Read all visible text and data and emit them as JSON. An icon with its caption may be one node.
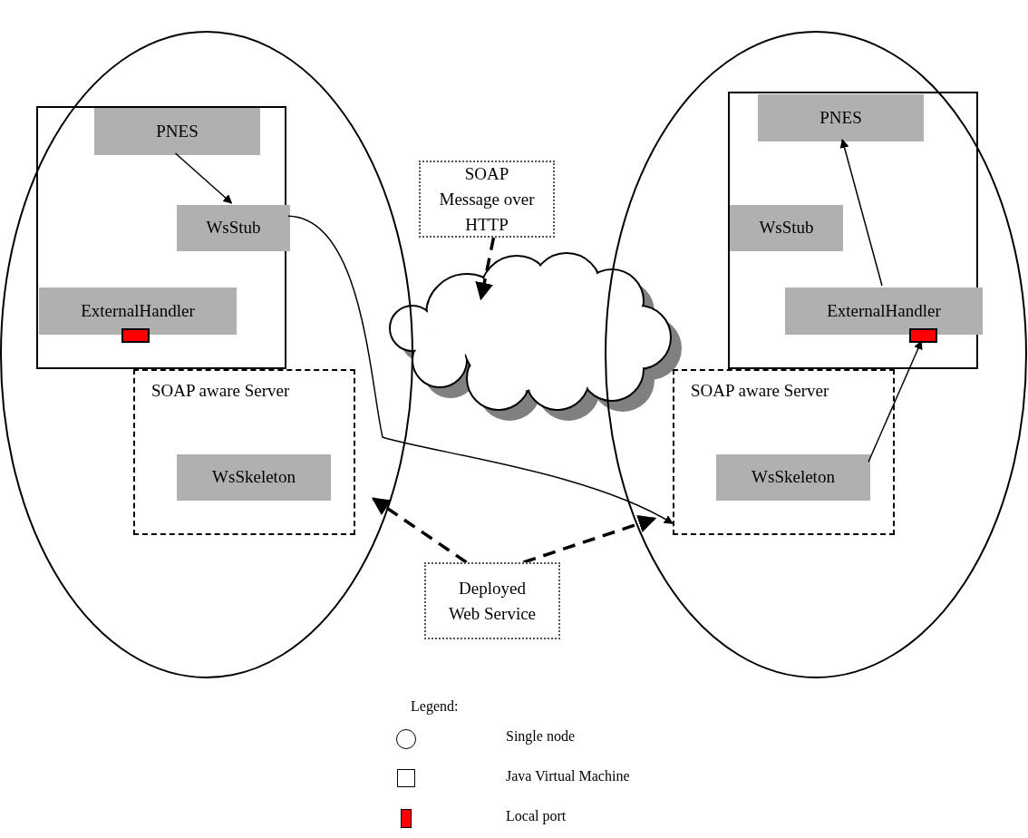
{
  "diagram": {
    "nodes": [
      {
        "text": [],
        "shape": "circle"
      },
      {
        "text": [],
        "shape": "box",
        "in": 0
      },
      {
        "text": [
          "PNES"
        ],
        "in": 1
      },
      {
        "text": [
          "WsStub"
        ],
        "in": 1
      },
      {
        "text": [
          "ExternalHandler"
        ],
        "in": 1
      },
      {
        "text": [],
        "shape": "box",
        "in": 1
      },
      {
        "text": [
          "SOAP aware Server"
        ],
        "in": 0
      },
      {
        "text": [
          "WsSkeleton"
        ],
        "in": 6
      },
      {
        "text": [
          "SOAP Message over HTTP"
        ]
      },
      {
        "text": [],
        "shape": "cloud"
      },
      {
        "text": [],
        "shape": "circle"
      },
      {
        "text": [],
        "shape": "box",
        "in": 10
      },
      {
        "text": [
          "PNES"
        ],
        "in": 11
      },
      {
        "text": [
          "WsStub"
        ],
        "in": 11
      },
      {
        "text": [
          "ExternalHandler"
        ],
        "in": 11
      },
      {
        "text": [],
        "shape": "box",
        "in": 11
      },
      {
        "text": [
          "SOAP aware Server"
        ],
        "in": 10
      },
      {
        "text": [
          "WsSkeleton"
        ],
        "in": 16
      },
      {
        "text": [
          "Deployed Web Service"
        ]
      }
    ],
    "edges": [
      {
        "from": 2,
        "to": 3,
        "arrow": "to"
      },
      {
        "from": 3,
        "to": 16,
        "arrow": "to"
      },
      {
        "from": 8,
        "to": 9,
        "arrow": "to",
        "style": "dashed"
      },
      {
        "from": 14,
        "to": 12,
        "arrow": "to"
      },
      {
        "from": 17,
        "to": 15,
        "arrow": "to"
      },
      {
        "from": 18,
        "to": 6,
        "arrow": "to",
        "style": "dashed"
      },
      {
        "from": 18,
        "to": 16,
        "arrow": "to",
        "style": "dashed"
      }
    ],
    "labels": [
      "Legend:"
    ],
    "legend": [
      {
        "text": "Single node"
      },
      {
        "text": "Java Virtual Machine"
      },
      {
        "text": "Local port",
        "color": "#ff0000"
      }
    ]
  }
}
